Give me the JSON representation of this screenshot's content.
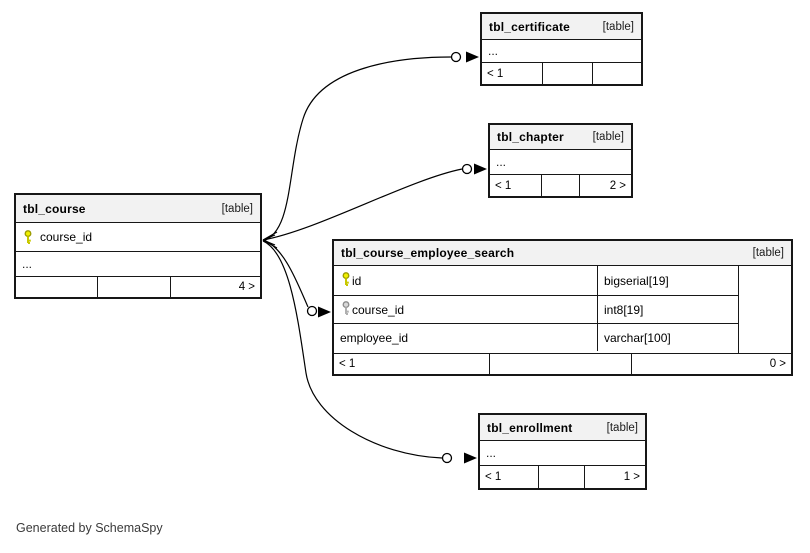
{
  "app": {
    "note": "Generated by SchemaSpy"
  },
  "colors": {
    "background": "#ffffff",
    "table_header_bg": "#f2f2f2",
    "border": "#171717",
    "edge": "#000000",
    "primary_key_icon": "#f0f000",
    "foreign_key_icon": "#d0d0d0"
  },
  "tables": {
    "course": {
      "title": "tbl_course",
      "badge": "[table]",
      "columns": [
        {
          "name": "course_id",
          "key": "primary-key"
        }
      ],
      "more": "...",
      "footer": [
        "",
        "",
        "4 >"
      ]
    },
    "certificate": {
      "title": "tbl_certificate",
      "badge": "[table]",
      "more": "...",
      "footer": [
        "< 1",
        "",
        ""
      ]
    },
    "chapter": {
      "title": "tbl_chapter",
      "badge": "[table]",
      "more": "...",
      "footer": [
        "< 1",
        "",
        "2 >"
      ]
    },
    "course_employee_search": {
      "title": "tbl_course_employee_search",
      "badge": "[table]",
      "columns": [
        {
          "name": "id",
          "type": "bigserial[19]",
          "key": "primary-key"
        },
        {
          "name": "course_id",
          "type": "int8[19]",
          "key": "foreign-key"
        },
        {
          "name": "employee_id",
          "type": "varchar[100]",
          "key": "none"
        }
      ],
      "footer": [
        "< 1",
        "",
        "0 >"
      ]
    },
    "enrollment": {
      "title": "tbl_enrollment",
      "badge": "[table]",
      "more": "...",
      "footer": [
        "< 1",
        "",
        "1 >"
      ]
    }
  },
  "relationships": [
    {
      "from": "tbl_course.course_id",
      "to": "tbl_certificate"
    },
    {
      "from": "tbl_course.course_id",
      "to": "tbl_chapter"
    },
    {
      "from": "tbl_course.course_id",
      "to": "tbl_course_employee_search.course_id"
    },
    {
      "from": "tbl_course.course_id",
      "to": "tbl_enrollment"
    }
  ]
}
